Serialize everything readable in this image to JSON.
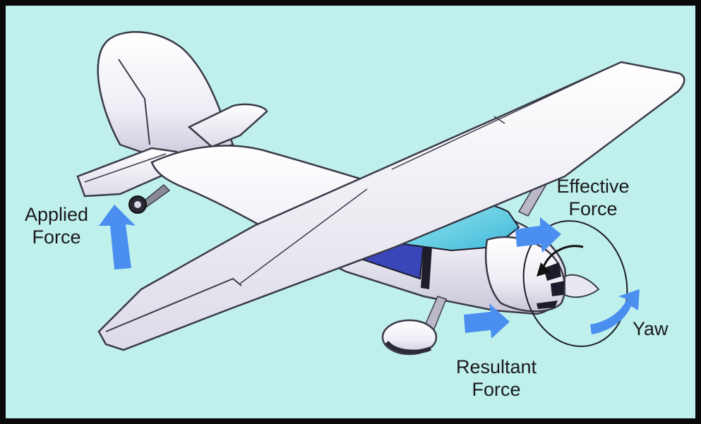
{
  "diagram": {
    "labels": {
      "applied_line1": "Applied",
      "applied_line2": "Force",
      "effective_line1": "Effective",
      "effective_line2": "Force",
      "resultant_line1": "Resultant",
      "resultant_line2": "Force",
      "yaw": "Yaw"
    },
    "colors": {
      "background": "#bff0ec",
      "border": "#0a0a0a",
      "aircraft": "#f4f3f8",
      "aircraft_shadow": "#c9c7d6",
      "outline": "#3a3a48",
      "canopy": "#5fd2e6",
      "arrow": "#4a8ff0",
      "dark": "#1c1c2a"
    },
    "icons": [
      "airplane-illustration",
      "applied-force-arrow",
      "effective-force-arrow",
      "resultant-force-arrow",
      "yaw-arrow",
      "propeller-rotation-arrow"
    ]
  }
}
